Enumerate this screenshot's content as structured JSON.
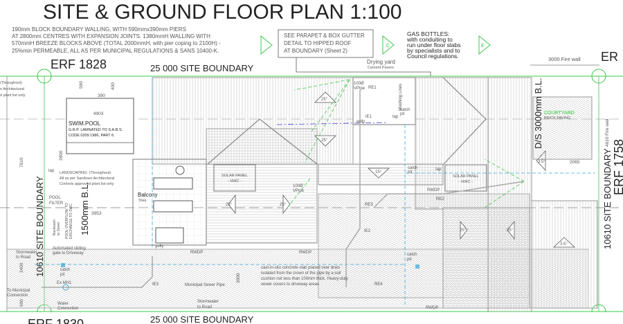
{
  "title": "SITE & GROUND FLOOR PLAN  1:100",
  "notes": {
    "boundary_wall": [
      "190mm BLOCK BOUNDARY WALLING, WITH 590mmx390mm PIERS",
      "AT 2800mm CENTRES WITH EXPANSION JOINTS.  1380mmH WALLING WITH",
      "570mmH BREEZE BLOCKS ABOVE (TOTAL 2000mmH, with pier coping to 2100H) -",
      "25%min PERMEABLE, ALL AS PER MUNICIPAL REGULATIONS & SANS 10400-K."
    ],
    "parapet_box": [
      "SEE PARAPET & BOX GUTTER",
      "DETAIL TO HIPPED ROOF",
      "AT BOUNDARY (Sheet 2)"
    ],
    "gas_bottles": [
      "GAS BOTTLES:",
      "with conduiting to",
      "run under floor slabs",
      "by specialists and to",
      "Council regulations."
    ],
    "landscaping": [
      "LANDSCAPING: (Throughout)",
      "All as per Sandown Architectural",
      "Controls approved plant list only."
    ],
    "landscaping_top": [
      "(Throughout)",
      "n Architectural",
      "d plant list only."
    ],
    "pool": [
      "SWIM.POOL",
      "G.R.P. LAMNATED TO S.A.B.S.",
      "CODE 0209 1986, PART 6."
    ],
    "slab": [
      "cast-in-situ concrete slab placed over drain",
      "isolated from the crown of the pipe by a soil",
      "cushion not less than 100mm thick. Heavy-duty",
      "sewer covers to driveway areas"
    ]
  },
  "section_markers": [
    "C",
    "E"
  ],
  "erfs": {
    "top_left": "ERF 1828",
    "bottom_left": "ERF 1830",
    "right": "ERF 1758",
    "top_right": "ER"
  },
  "boundaries": {
    "top": "25 000 SITE BOUNDARY",
    "bottom": "25 000 SITE BOUNDARY",
    "left": "10610 SITE BOUNDARY",
    "right": "10610 SITE BOUNDARY"
  },
  "building_lines": {
    "left": "1500mm B.L.",
    "right": "D/S 3000mm B.L."
  },
  "dimensions": {
    "d590": "590",
    "d400": "400",
    "d390": "390",
    "d4903": "4903",
    "d2800": "2800",
    "d7610": "7610",
    "d3953": "3953",
    "d2400": "2400",
    "d600": "600",
    "d3000": "3000",
    "d2065": "2065",
    "fire_wall_top": "3000 Fire wall",
    "fire_wall_right": "4610 Fire wall"
  },
  "rooms": {
    "drying_yard": "Drying yard",
    "drying_yard_sub": "Cement Pavers",
    "balcony": "Balcony",
    "balcony_sub": "Tiles",
    "courtyard": "COURTYARD",
    "courtyard_sub": "BRICK PAVING",
    "solar1": [
      "SOLAR PANEL",
      "- HWC -"
    ],
    "solar2": [
      "SOLAR PANEL",
      "- HWC -"
    ],
    "washing": "Washing Lines"
  },
  "pitches": [
    "25°",
    "25°",
    "25°",
    "25°",
    "15°",
    "25°",
    "25°",
    "3.5°",
    "3.5°"
  ],
  "services": {
    "vpipe1": [
      "100Ø",
      "VPipe"
    ],
    "vpipe2": [
      "100Ø",
      "VPipe"
    ],
    "re1": "RE1",
    "re2": "RE2",
    "re3": "RE3",
    "re4": "RE4",
    "ie1": "IE1",
    "ie2": "IE2",
    "ie3": "IE3",
    "gully": "gully",
    "gully2": "gully",
    "tap": "tap",
    "catch_pit": [
      "catch",
      "pit"
    ],
    "rwdp": "RWDP",
    "pool_filter": [
      "POOL",
      "FILTER"
    ],
    "backwash": [
      "Backwash",
      "to Sewer"
    ],
    "overflow": [
      "POOL OVERFLOW TO",
      "DISCHARGE TO SWC"
    ],
    "gate": [
      "Automated sliding",
      "gate to Driveway"
    ],
    "stormwater": [
      "Stormwater",
      "to Road"
    ],
    "exmh": "Ex.MH1",
    "municipal": [
      "To Municipal",
      "Connection"
    ],
    "water": [
      "Water",
      "Connection"
    ],
    "sewer": "Municipal Sewer Pipe"
  },
  "colors": {
    "boundary": "#3cc84a",
    "drain": "#3aa6d8",
    "roof_line": "#999999"
  }
}
